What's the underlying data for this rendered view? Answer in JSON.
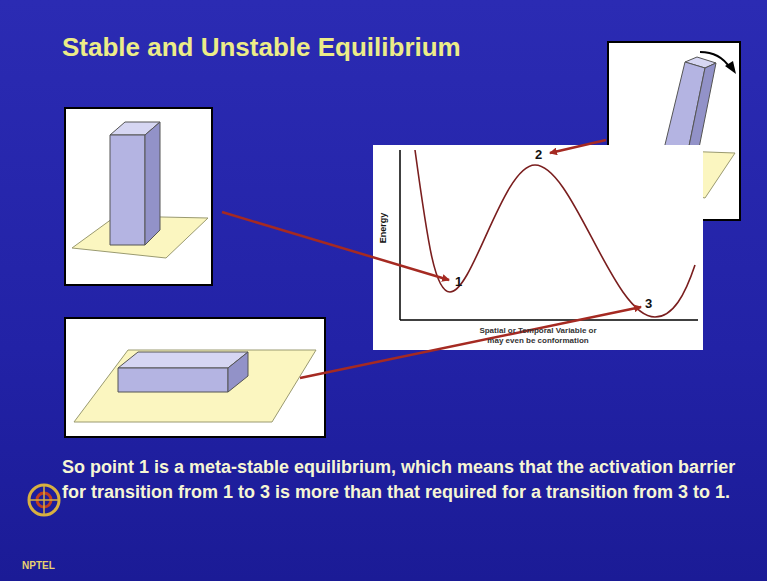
{
  "diagram": {
    "title": "Stable and Unstable Equilibrium",
    "caption": "So point 1 is a meta-stable equilibrium, which means that the activation barrier for transition from 1 to 3 is more than that required for a transition from 3 to 1.",
    "nodes": [
      {
        "text": [
          "1",
          "2",
          "3",
          "Energy",
          "Spatial or Temporal Variable or may even be conformation"
        ]
      }
    ],
    "labels": [
      "NPTEL"
    ]
  }
}
